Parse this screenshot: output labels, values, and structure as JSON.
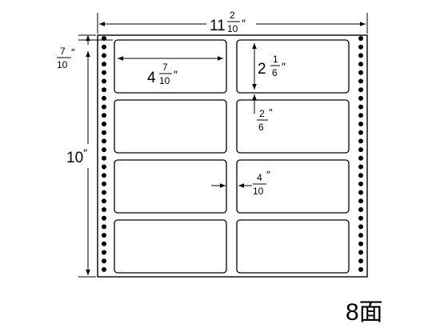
{
  "sheet": {
    "width_label": {
      "whole": "11",
      "num": "2",
      "den": "10",
      "unit": "″"
    },
    "height_label": {
      "whole": "10",
      "unit": "″"
    },
    "top_margin_label": {
      "num": "7",
      "den": "10",
      "unit": "″"
    },
    "label_width": {
      "whole": "4",
      "num": "7",
      "den": "10",
      "unit": "″"
    },
    "label_height": {
      "whole": "2",
      "num": "1",
      "den": "6",
      "unit": "″"
    },
    "label_gap_v": {
      "num": "2",
      "den": "6",
      "unit": "″"
    },
    "label_gap_h": {
      "num": "4",
      "den": "10",
      "unit": "″"
    }
  },
  "layout": {
    "columns": 2,
    "rows": 4
  },
  "count_label": "8面"
}
